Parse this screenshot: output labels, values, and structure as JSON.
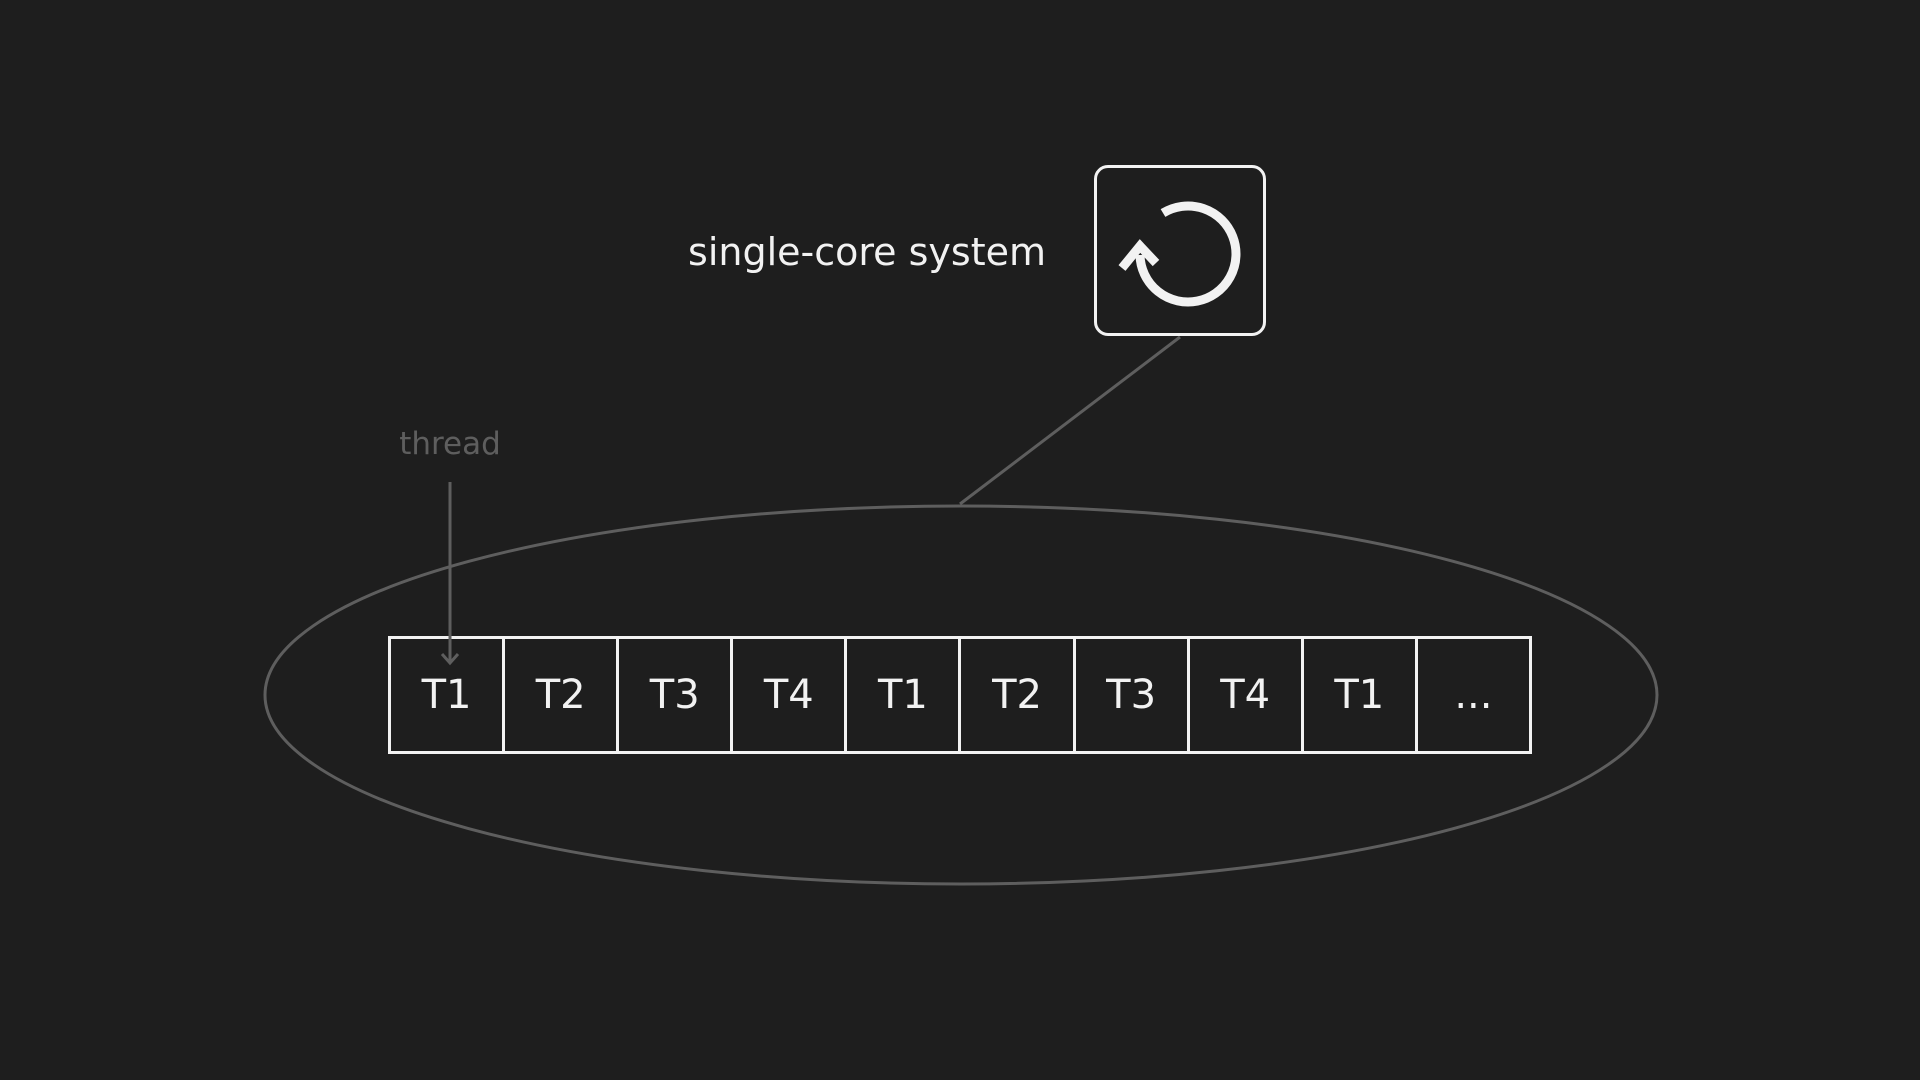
{
  "system": {
    "label": "single-core system",
    "icon": "refresh-icon"
  },
  "thread": {
    "label": "thread"
  },
  "timeline": {
    "slots": [
      "T1",
      "T2",
      "T3",
      "T4",
      "T1",
      "T2",
      "T3",
      "T4",
      "T1",
      "..."
    ]
  },
  "colors": {
    "background": "#1e1e1e",
    "foreground": "#f2f2f2",
    "muted": "#5e5e5e"
  }
}
